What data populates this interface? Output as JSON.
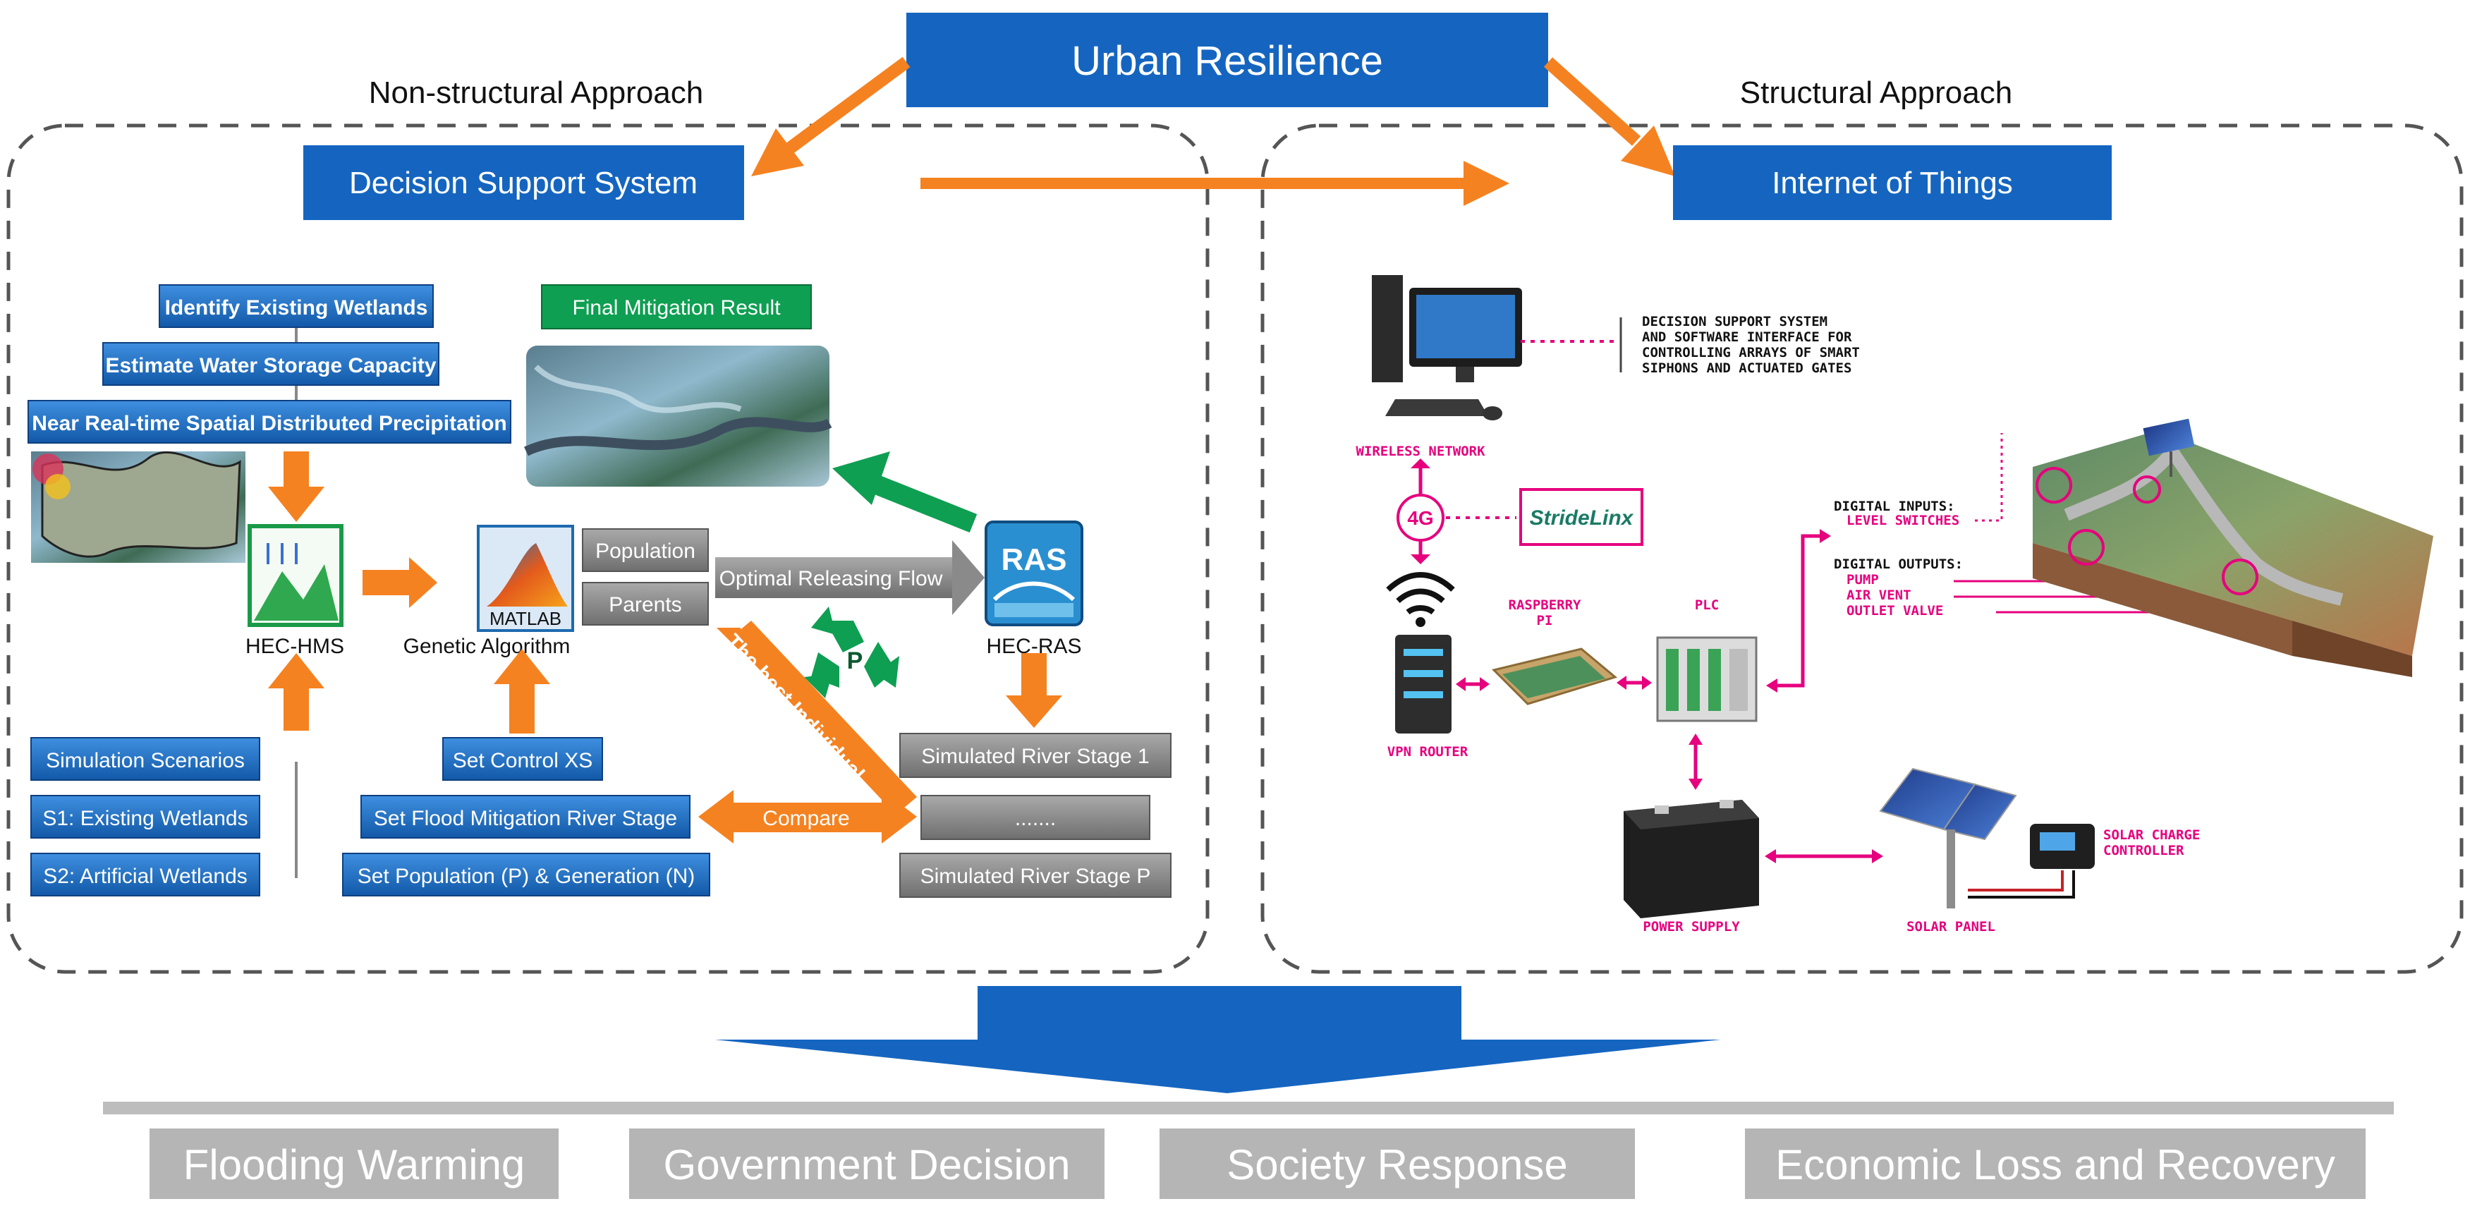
{
  "top": {
    "title": "Urban Resilience"
  },
  "sections": {
    "left_label": "Non-structural Approach",
    "right_label": "Structural Approach",
    "dss": "Decision Support System",
    "iot": "Internet of Things"
  },
  "left": {
    "wetlands_steps": [
      "Identify Existing Wetlands",
      "Estimate Water Storage Capacity",
      "Near Real-time Spatial Distributed Precipitation"
    ],
    "final_result": "Final Mitigation Result",
    "hec_hms": "HEC-HMS",
    "matlab": "MATLAB",
    "genetic_algorithm": "Genetic Algorithm",
    "population": "Population",
    "parents": "Parents",
    "optimal_flow": "Optimal Releasing Flow",
    "ras_icon": "RAS",
    "hec_ras": "HEC-RAS",
    "recycle_letter": "P",
    "best_individual": "The best Individual",
    "compare": "Compare",
    "scenarios": [
      "Simulation Scenarios",
      "S1: Existing Wetlands",
      "S2: Artificial Wetlands"
    ],
    "controls": [
      "Set Control XS",
      "Set Flood Mitigation River Stage",
      "Set Population (P) & Generation (N)"
    ],
    "stages": [
      "Simulated River Stage 1",
      ".......",
      "Simulated River Stage P"
    ]
  },
  "right": {
    "dss_note": [
      "DECISION SUPPORT SYSTEM",
      "AND SOFTWARE INTERFACE FOR",
      "CONTROLLING ARRAYS OF SMART",
      "SIPHONS AND ACTUATED GATES"
    ],
    "wireless": "WIRELESS NETWORK",
    "four_g": "4G",
    "stridelinx": "StrideLinx",
    "raspberry": [
      "RASPBERRY",
      "PI"
    ],
    "plc": "PLC",
    "vpn": "VPN ROUTER",
    "digital_inputs": "DIGITAL INPUTS:",
    "level_switches": "LEVEL SWITCHES",
    "digital_outputs": "DIGITAL OUTPUTS:",
    "outputs": [
      "PUMP",
      "AIR VENT",
      "OUTLET VALVE"
    ],
    "power_supply": "POWER SUPPLY",
    "solar_panel": "SOLAR PANEL",
    "solar_charge": [
      "SOLAR CHARGE",
      "CONTROLLER"
    ]
  },
  "outcomes": [
    "Flooding Warming",
    "Government Decision",
    "Society Response",
    "Economic Loss and Recovery"
  ],
  "colors": {
    "blue": "#1565C0",
    "orange": "#F58220",
    "green": "#0E9F52",
    "gray": "#8E8E8E",
    "magenta": "#E6007E"
  }
}
